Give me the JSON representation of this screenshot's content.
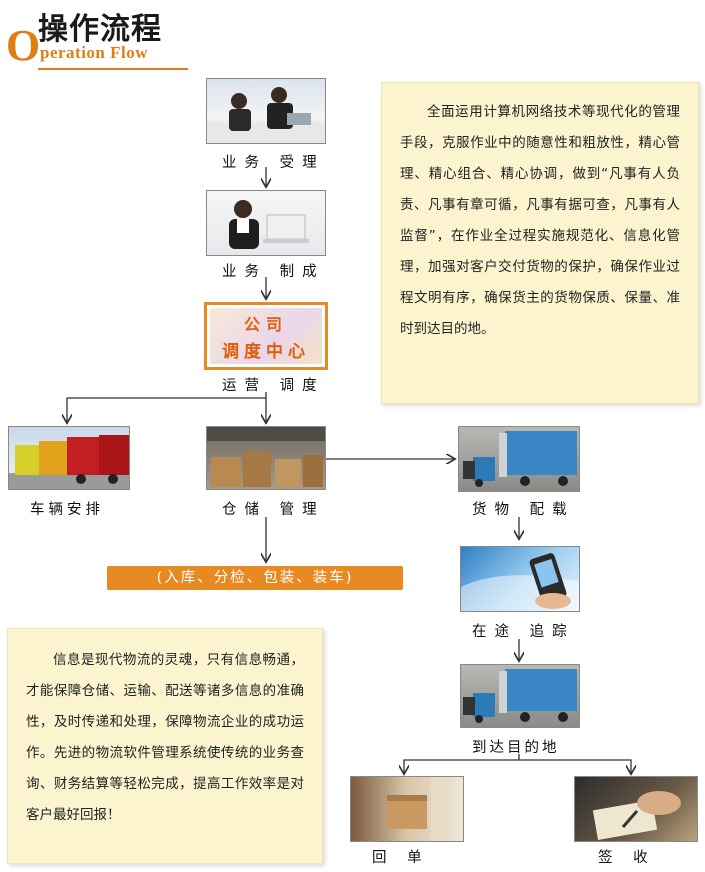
{
  "header": {
    "title_cn": "操作流程",
    "title_en_initial": "O",
    "title_en_rest": "peration Flow"
  },
  "steps": {
    "accept": "业务  受理",
    "produce": "业务  制成",
    "dispatch_center_line1": "公司",
    "dispatch_center_line2": "调度中心",
    "dispatch": "运营  调度",
    "vehicles": "车辆安排",
    "warehouse": "仓储  管理",
    "operations": "(入库、分检、包装、装车)",
    "loading": "货物  配载",
    "tracking": "在途  追踪",
    "arrival": "到达目的地",
    "receipt": "回    单",
    "sign": "签    收"
  },
  "notes": {
    "management": "全面运用计算机网络技术等现代化的管理手段，克服作业中的随意性和粗放性，精心管理、精心组合、精心协调，做到“凡事有人负责、凡事有章可循，凡事有据可查，凡事有人监督”，在作业全过程实施规范化、信息化管理，加强对客户交付货物的保护，确保作业过程文明有序，确保货主的货物保质、保量、准时到达目的地。",
    "information": "信息是现代物流的灵魂，只有信息畅通，才能保障仓储、运输、配送等诸多信息的准确性，及时传递和处理，保障物流企业的成功运作。先进的物流软件管理系统使传统的业务查询、财务结算等轻松完成，提高工作效率是对客户最好回报！"
  },
  "colors": {
    "accent": "#e07d14",
    "note_bg": "#fbf4cf"
  }
}
